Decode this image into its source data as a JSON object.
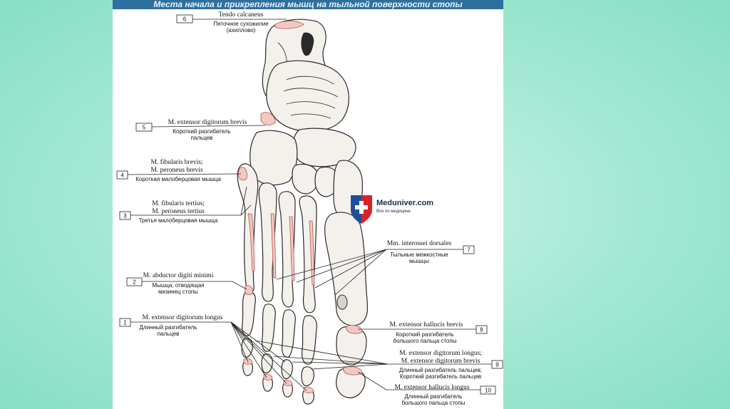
{
  "title": "Места начала и прикрепления мышц на тыльной поверхности стопы",
  "watermark": {
    "brand": "Meduniver.com",
    "tagline": "Все по медицине"
  },
  "colors": {
    "background": "#a9ead7",
    "title_bar": "#2e6f9e",
    "attachment": "#f1c9c2"
  },
  "labels": [
    {
      "num": "6",
      "latin": [
        "Tendo calcaneus"
      ],
      "russian": [
        "Пяточное сухожилие",
        "(ахиллово)"
      ]
    },
    {
      "num": "5",
      "latin": [
        "M. extensor digitorum brevis"
      ],
      "russian": [
        "Короткий разгибатель",
        "пальцев"
      ]
    },
    {
      "num": "4",
      "latin": [
        "M. fibularis brevis;",
        "M. peroneus brevis"
      ],
      "russian": [
        "Короткая малоберцовая мышца"
      ]
    },
    {
      "num": "3",
      "latin": [
        "M. fibularis tertius;",
        "M. peroneus tertius"
      ],
      "russian": [
        "Третья малоберцовая мышца"
      ]
    },
    {
      "num": "7",
      "latin": [
        "Mm. interossei dorsales"
      ],
      "russian": [
        "Тыльные межкостные",
        "мышцы"
      ]
    },
    {
      "num": "2",
      "latin": [
        "M. abductor digiti minimi"
      ],
      "russian": [
        "Мышца, отводящая",
        "мизинец стопы"
      ]
    },
    {
      "num": "1",
      "latin": [
        "M. extensor digitorum longus"
      ],
      "russian": [
        "Длинный разгибатель",
        "пальцев"
      ]
    },
    {
      "num": "8",
      "latin": [
        "M. extensor hallucis brevis"
      ],
      "russian": [
        "Короткий разгибатель",
        "большого пальца стопы"
      ]
    },
    {
      "num": "9",
      "latin": [
        "M. extensor digitorum longus;",
        "M. extensor digitorum brevis"
      ],
      "russian": [
        "Длинный разгибатель пальцев;",
        "Короткий разгибатель пальцев"
      ]
    },
    {
      "num": "10",
      "latin": [
        "M. extensor hallucis longus"
      ],
      "russian": [
        "Длинный разгибатель",
        "большого пальца стопы"
      ]
    }
  ]
}
